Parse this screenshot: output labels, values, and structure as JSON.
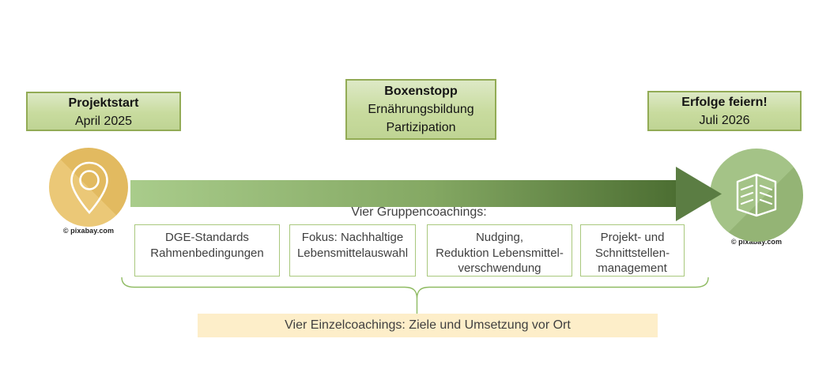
{
  "timeline": {
    "start": {
      "title": "Projektstart",
      "line1": "April 2025"
    },
    "middle": {
      "title": "Boxenstopp",
      "line1": "Ernährungsbildung",
      "line2": "Partizipation"
    },
    "end": {
      "title": "Erfolge feiern!",
      "line1": "Juli 2026"
    }
  },
  "group_coachings": {
    "label": "Vier Gruppencoachings:",
    "boxes": [
      {
        "lines": [
          "DGE-Standards",
          "Rahmenbedingungen"
        ]
      },
      {
        "lines": [
          "Fokus: Nachhaltige",
          "Lebensmittelauswahl"
        ]
      },
      {
        "lines": [
          "Nudging,",
          "Reduktion Lebensmittel-",
          "verschwendung"
        ]
      },
      {
        "lines": [
          "Projekt- und",
          "Schnittstellen-",
          "management"
        ]
      }
    ]
  },
  "einzelcoachings": {
    "label": "Vier Einzelcoachings: Ziele und Umsetzung vor Ort"
  },
  "credits": {
    "left": "© pixabay.com",
    "right": "© pixabay.com"
  },
  "icons": {
    "start": "map-pin-icon",
    "end": "open-book-icon"
  },
  "colors": {
    "milestone_fill_top": "#dde9c6",
    "milestone_fill_bottom": "#bfd494",
    "milestone_border": "#92ab55",
    "arrow_gradient_start": "#a9cc8b",
    "arrow_gradient_end": "#4c6e32",
    "arrow_head": "#5b7d43",
    "coaching_box_border": "#a9c87d",
    "brace_stroke": "#8fbb62",
    "einzel_fill": "#fdeec9",
    "circle_start_gold": "#e2ba60",
    "circle_end_green": "#9cbd7e",
    "text_dark": "#404040"
  }
}
